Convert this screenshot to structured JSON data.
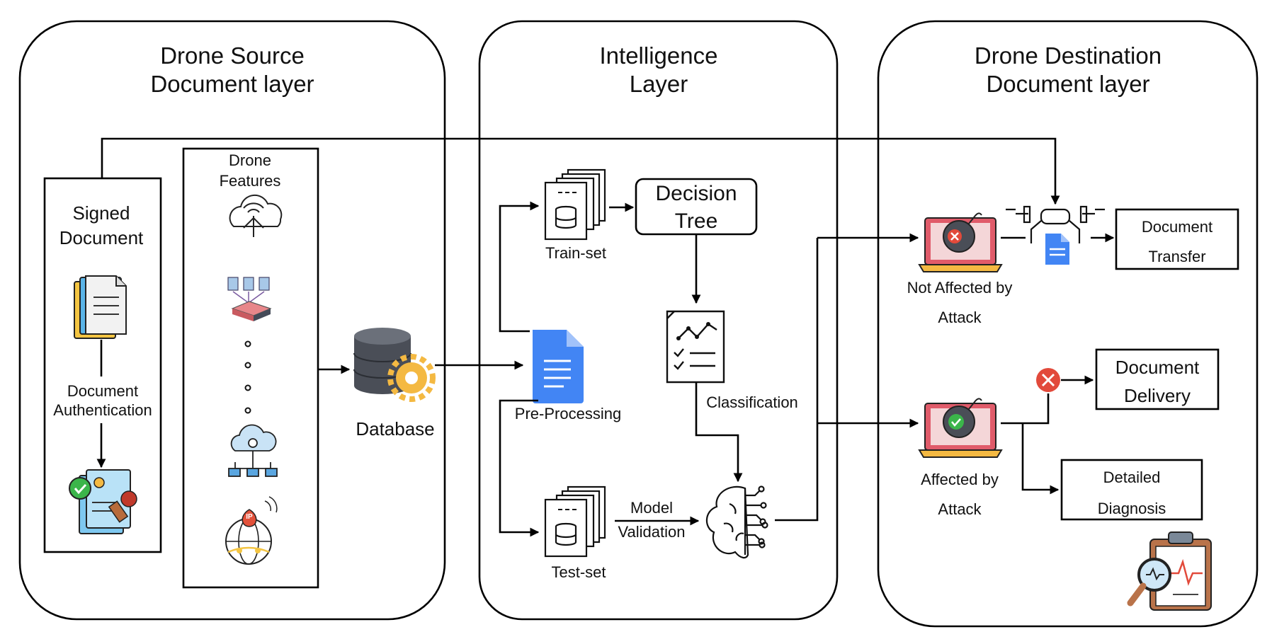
{
  "layers": {
    "source": {
      "title_line1": "Drone Source",
      "title_line2": "Document layer"
    },
    "intelligence": {
      "title_line1": "Intelligence",
      "title_line2": "Layer"
    },
    "destination": {
      "title_line1": "Drone Destination",
      "title_line2": "Document layer"
    }
  },
  "source": {
    "signed_line1": "Signed",
    "signed_line2": "Document",
    "auth_line1": "Document",
    "auth_line2": "Authentication",
    "features_line1": "Drone",
    "features_line2": "Features",
    "feature_icons": [
      "cloud-antenna-icon",
      "data-upload-icon",
      "cloud-network-icon",
      "ip-globe-icon"
    ],
    "database": "Database"
  },
  "intelligence": {
    "train_set": "Train-set",
    "test_set": "Test-set",
    "decision_line1": "Decision",
    "decision_line2": "Tree",
    "pre_processing": "Pre-Processing",
    "classification": "Classification",
    "model_line1": "Model",
    "model_line2": "Validation"
  },
  "destination": {
    "not_affected_line1": "Not Affected by",
    "not_affected_line2": "Attack",
    "affected_line1": "Affected by",
    "affected_line2": "Attack",
    "doc_transfer_line1": "Document",
    "doc_transfer_line2": "Transfer",
    "doc_delivery_line1": "Document",
    "doc_delivery_line2": "Delivery",
    "diagnosis_line1": "Detailed",
    "diagnosis_line2": "Diagnosis"
  },
  "colors": {
    "doc_blue": "#4285f4",
    "laptop_red": "#e05b6a",
    "error_red": "#e24a3b",
    "check_green": "#3bb54a",
    "gear_yellow": "#f4b942",
    "db_dark": "#4a4e57"
  }
}
